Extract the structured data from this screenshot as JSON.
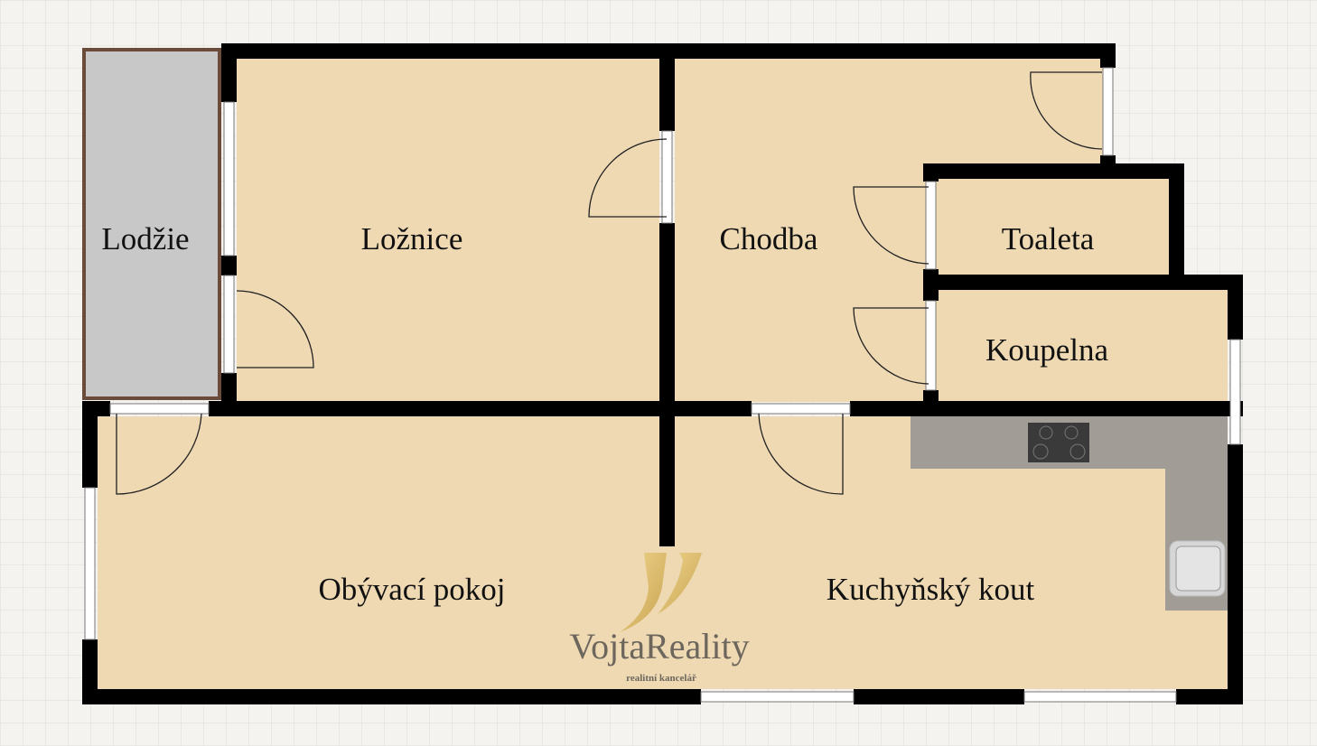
{
  "rooms": {
    "loggia": "Lodžie",
    "bedroom": "Ložnice",
    "hallway": "Chodba",
    "toilet": "Toaleta",
    "bathroom": "Koupelna",
    "living_room": "Obývací pokoj",
    "kitchenette": "Kuchyňský kout"
  },
  "logo": {
    "name": "VojtaReality",
    "tagline": "realitní kancelář"
  },
  "colors": {
    "floor": "#eed9b3",
    "loggia": "#c8c8c8",
    "counter": "#a19d96",
    "wall": "#000000"
  }
}
